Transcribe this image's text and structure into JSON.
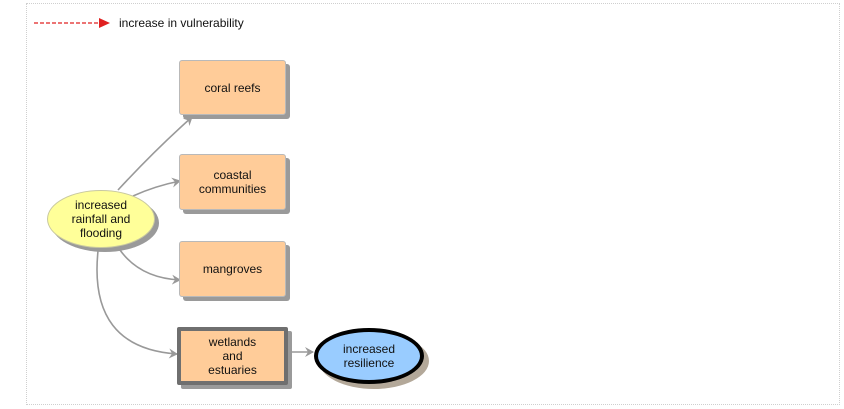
{
  "legend": {
    "label": "increase in vulnerability",
    "arrow_color": "#e02020"
  },
  "nodes": {
    "driver": "increased\nrainfall and\nflooding",
    "coral_reefs": "coral reefs",
    "coastal_communities": "coastal\ncommunities",
    "mangroves": "mangroves",
    "wetlands": "wetlands\nand\nestuaries",
    "resilience": "increased\nresilience"
  },
  "colors": {
    "box_fill": "#ffcc99",
    "driver_fill": "#ffff99",
    "resilience_fill": "#99ccff",
    "edge": "#999999"
  }
}
